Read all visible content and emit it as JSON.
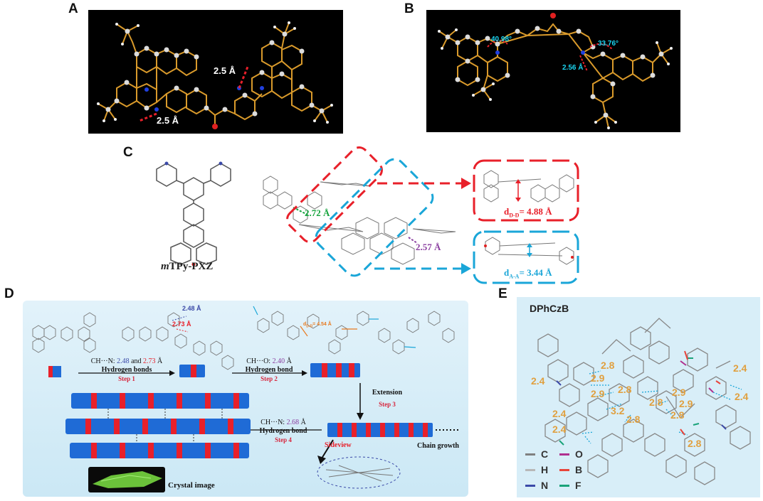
{
  "panels": {
    "A": {
      "label": "A",
      "distances": [
        "2.5 Å",
        "2.5 Å"
      ]
    },
    "B": {
      "label": "B",
      "angles": [
        "40.98°",
        "33.76°"
      ],
      "distance": "2.56 Å"
    },
    "C": {
      "label": "C",
      "molecule": {
        "prefix": "m",
        "name": "TPy-PXZ"
      },
      "distances": {
        "green": "2.72 Å",
        "purple": "2.57 Å"
      },
      "box_red": {
        "sym": "d",
        "sub": "D-D",
        "value": "= 4.88 Å"
      },
      "box_blue": {
        "sym": "d",
        "sub": "A-A",
        "value": "= 3.44 Å"
      }
    },
    "D": {
      "label": "D",
      "top_labels": {
        "blue": "2.48 Å",
        "red": "2.73 Å",
        "orange": "d"
      },
      "orange_sub": "D-D",
      "orange_val": "= 4.54 Å",
      "step1": {
        "pre": "CH···N: ",
        "v1": "2.48",
        "mid": " and ",
        "v2": "2.73",
        "post": " Å",
        "title": "Hydrogen bonds",
        "step": "Step 1"
      },
      "step2": {
        "pre": "CH···O: ",
        "v1": "2.40",
        "post": " Å",
        "title": "Hydrogen bond",
        "step": "Step 2"
      },
      "step3": {
        "title": "Extension",
        "step": "Step 3"
      },
      "step4": {
        "pre": "CH···N: ",
        "v1": "2.68",
        "post": " Å",
        "title": "Hydrogen bond",
        "step": "Step 4"
      },
      "chain_growth": "Chain growth",
      "sideview": "Sideview",
      "crystal_image": "Crystal image"
    },
    "E": {
      "label": "E",
      "title": "DPhCzB",
      "distances": [
        "2.8",
        "2.9",
        "2.9",
        "2.8",
        "2.8",
        "2.9",
        "2.9",
        "2.8",
        "3.2",
        "2.8",
        "2.4",
        "2.4",
        "2.4",
        "2.4",
        "2.4",
        "2.8"
      ],
      "legend": [
        {
          "sym": "C",
          "color": "#808080"
        },
        {
          "sym": "O",
          "color": "#b0308f"
        },
        {
          "sym": "H",
          "color": "#b8b8b8"
        },
        {
          "sym": "B",
          "color": "#e8443a"
        },
        {
          "sym": "N",
          "color": "#3b4aa8"
        },
        {
          "sym": "F",
          "color": "#1aa37a"
        }
      ]
    }
  },
  "colors": {
    "bond_orange": "#d99a2b",
    "red_dash": "#e8202a",
    "cyan": "#1aa6d8",
    "green": "#14a33c",
    "purple": "#8a3fa0",
    "label_orange": "#e0a040"
  }
}
